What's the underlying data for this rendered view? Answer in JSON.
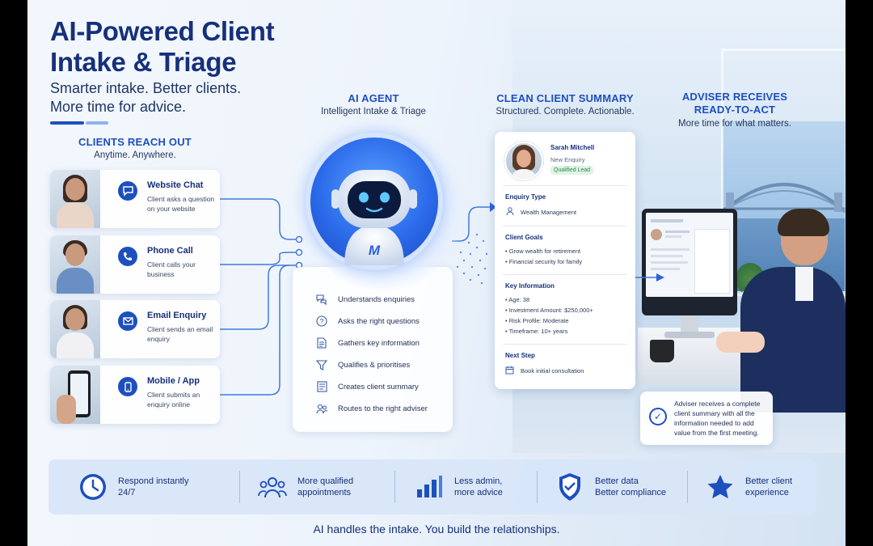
{
  "header": {
    "title_line1": "AI-Powered Client",
    "title_line2": "Intake & Triage",
    "subtitle_line1": "Smarter intake. Better clients.",
    "subtitle_line2": "More time for advice."
  },
  "clients_section": {
    "heading": "CLIENTS REACH OUT",
    "subheading": "Anytime. Anywhere.",
    "channels": [
      {
        "title": "Website Chat",
        "desc": "Client asks a question on your website",
        "icon": "chat-icon"
      },
      {
        "title": "Phone Call",
        "desc": "Client calls your business",
        "icon": "phone-icon"
      },
      {
        "title": "Email Enquiry",
        "desc": "Client sends an email enquiry",
        "icon": "mail-icon"
      },
      {
        "title": "Mobile / App",
        "desc": "Client submits an enquiry online",
        "icon": "mobile-icon"
      }
    ]
  },
  "agent_section": {
    "heading": "AI AGENT",
    "subheading": "Intelligent Intake & Triage",
    "robot_logo": "M",
    "features": [
      {
        "label": "Understands enquiries",
        "icon": "chat-bubbles-icon"
      },
      {
        "label": "Asks the right questions",
        "icon": "question-icon"
      },
      {
        "label": "Gathers key information",
        "icon": "document-icon"
      },
      {
        "label": "Qualifies & prioritises",
        "icon": "filter-icon"
      },
      {
        "label": "Creates client summary",
        "icon": "summary-icon"
      },
      {
        "label": "Routes to the right adviser",
        "icon": "users-icon"
      }
    ]
  },
  "summary_section": {
    "heading": "CLEAN CLIENT SUMMARY",
    "subheading": "Structured. Complete. Actionable.",
    "client_name": "Sarah Mitchell",
    "client_status": "New Enquiry",
    "badge": "Qualified Lead",
    "enquiry_type_label": "Enquiry Type",
    "enquiry_type": "Wealth Management",
    "goals_label": "Client Goals",
    "goals": [
      "Grow wealth for retirement",
      "Financial security for family"
    ],
    "key_info_label": "Key Information",
    "key_info": [
      "Age: 38",
      "Investment Amount: $250,000+",
      "Risk Profile: Moderate",
      "Timeframe: 10+ years"
    ],
    "next_step_label": "Next Step",
    "next_step": "Book initial consultation"
  },
  "adviser_section": {
    "heading_line1": "ADVISER RECEIVES",
    "heading_line2": "READY-TO-ACT",
    "subheading": "More time for what matters.",
    "callout": "Adviser receives a complete client summary with all the information needed to add value from the first meeting."
  },
  "benefits": [
    {
      "line1": "Respond instantly",
      "line2": "24/7",
      "icon": "clock-icon"
    },
    {
      "line1": "More qualified",
      "line2": "appointments",
      "icon": "people-icon"
    },
    {
      "line1": "Less admin,",
      "line2": "more advice",
      "icon": "bar-chart-icon"
    },
    {
      "line1": "Better data",
      "line2": "Better compliance",
      "icon": "shield-check-icon"
    },
    {
      "line1": "Better client",
      "line2": "experience",
      "icon": "star-icon"
    }
  ],
  "footer": "AI handles the intake. You build the relationships.",
  "colors": {
    "primary": "#1d4fbf",
    "heading": "#16307a",
    "badge_green": "#2d8a4a"
  }
}
